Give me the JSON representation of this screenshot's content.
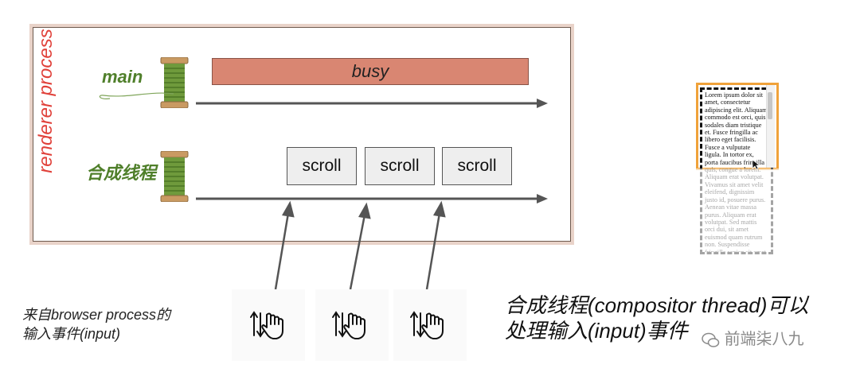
{
  "renderer": {
    "label": "renderer process"
  },
  "threads": {
    "main": {
      "label": "main",
      "task": "busy"
    },
    "compositor": {
      "label": "合成线程",
      "tasks": [
        "scroll",
        "scroll",
        "scroll"
      ]
    }
  },
  "input": {
    "description_line1": "来自browser process的",
    "description_line2": "输入事件(input)"
  },
  "note": {
    "line1": "合成线程(compositor thread)可以",
    "line2": "处理输入(input)事件"
  },
  "watermark": {
    "text": "前端柒八九"
  },
  "demo": {
    "text": "Lorem ipsum dolor sit amet, consectetur adipiscing elit. Aliquam commodo est orci, quis sodales diam tristique et. Fusce fringilla ac libero eget facilisis. Fusce a vulputate ligula. In tortor ex, porta faucibus fringilla quis, congue a lorem. Aliquam erat volutpat. Vivamus sit amet velit eleifend, dignissim justo id, posuere purus. Aenean vitae massa purus. Aliquam erat volutpat. Sed mattis orci dui, sit amet euismod quam rutrum non. Suspendisse fringilla sapien sit amet"
  },
  "colors": {
    "renderer_label": "#e0413a",
    "thread_label": "#4f7f2a",
    "busy_fill": "#d98672",
    "viewport_border": "#f0a23a"
  },
  "icons": [
    "spool-icon",
    "touch-scroll-icon"
  ]
}
